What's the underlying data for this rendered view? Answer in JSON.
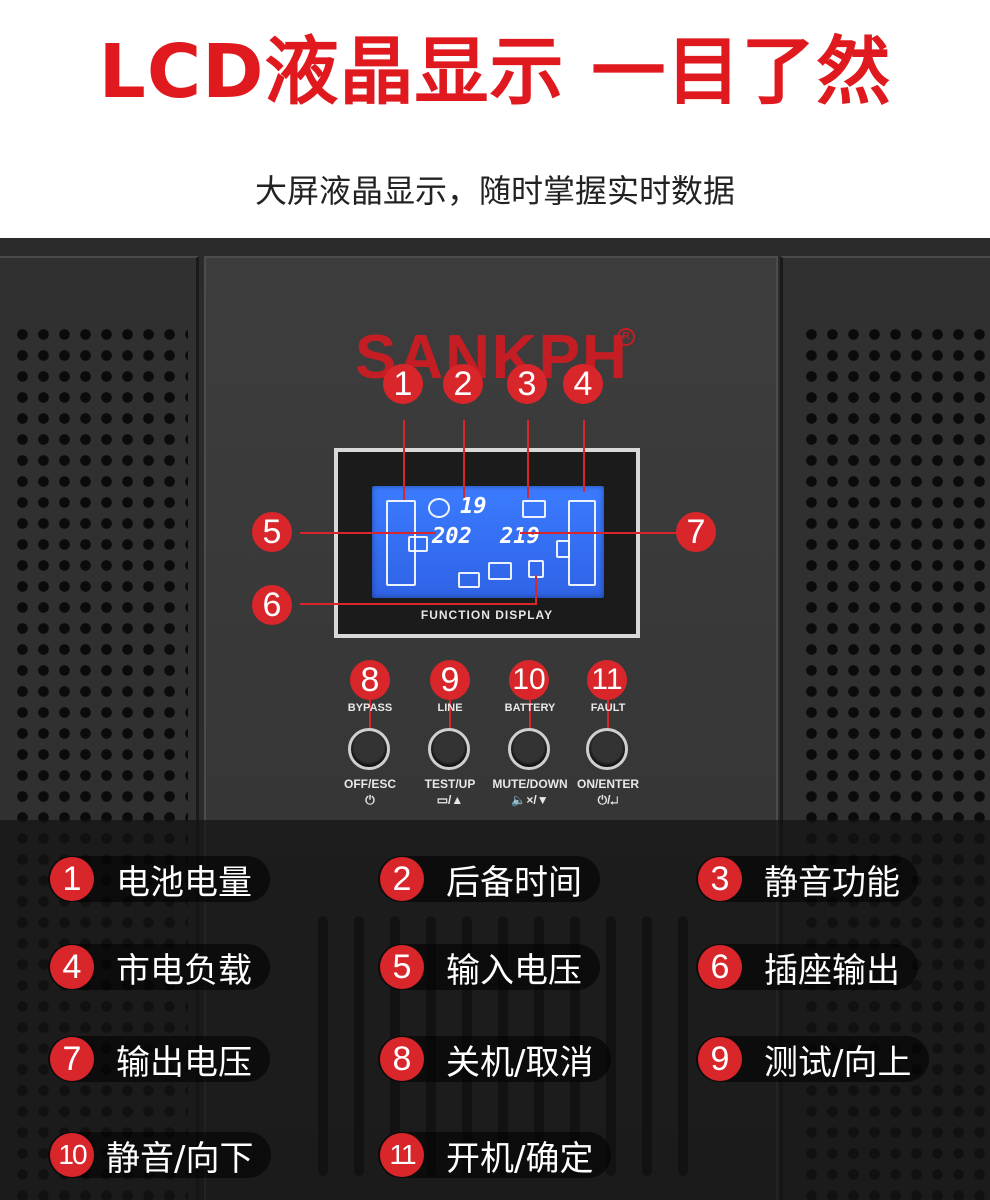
{
  "header": {
    "title": "LCD液晶显示 一目了然",
    "subtitle": "大屏液晶显示，随时掌握实时数据"
  },
  "colors": {
    "accent_red": "#d8262b",
    "title_red": "#e0191e",
    "lcd_blue": "#3b7bff",
    "device_body": "#2b2b2b"
  },
  "device": {
    "brand": "SANKPH",
    "lcd": {
      "time_digits": "19",
      "input_voltage": "202",
      "output_voltage": "219",
      "caption": "FUNCTION DISPLAY"
    },
    "markers": [
      "1",
      "2",
      "3",
      "4",
      "5",
      "6",
      "7",
      "8",
      "9",
      "10",
      "11"
    ],
    "buttons": [
      {
        "top": "BYPASS",
        "bottom": "OFF/ESC",
        "symbol": "⏻"
      },
      {
        "top": "LINE",
        "bottom": "TEST/UP",
        "symbol": "▭/▲"
      },
      {
        "top": "BATTERY",
        "bottom": "MUTE/DOWN",
        "symbol": "🔈×/▼"
      },
      {
        "top": "FAULT",
        "bottom": "ON/ENTER",
        "symbol": "⏻/↵"
      }
    ]
  },
  "legend": [
    {
      "num": "1",
      "label": "电池电量"
    },
    {
      "num": "2",
      "label": "后备时间"
    },
    {
      "num": "3",
      "label": "静音功能"
    },
    {
      "num": "4",
      "label": "市电负载"
    },
    {
      "num": "5",
      "label": "输入电压"
    },
    {
      "num": "6",
      "label": "插座输出"
    },
    {
      "num": "7",
      "label": "输出电压"
    },
    {
      "num": "8",
      "label": "关机/取消"
    },
    {
      "num": "9",
      "label": "测试/向上"
    },
    {
      "num": "10",
      "label": "静音/向下"
    },
    {
      "num": "11",
      "label": "开机/确定"
    }
  ]
}
